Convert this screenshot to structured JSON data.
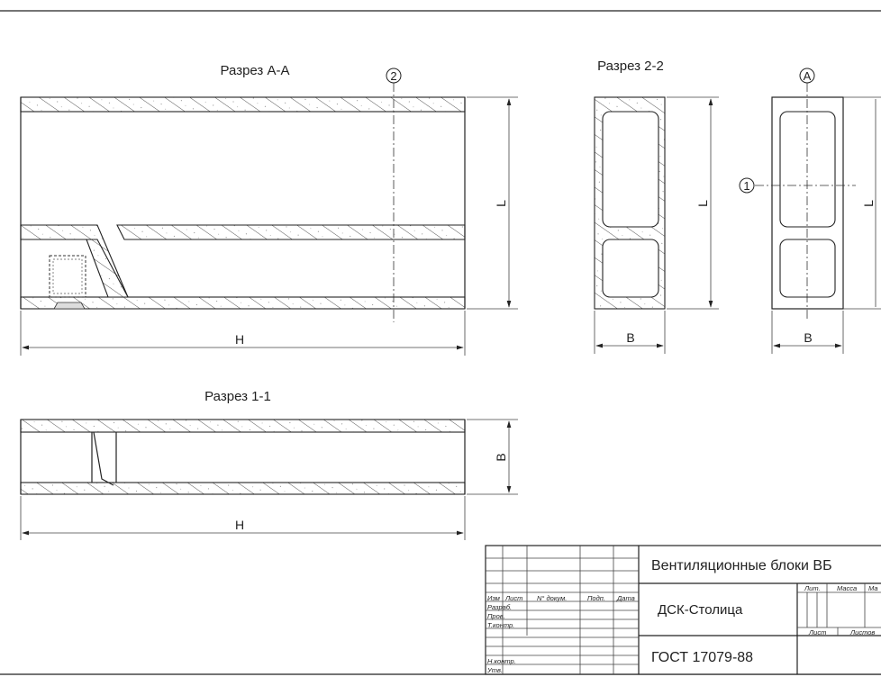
{
  "drawing": {
    "section_aa": {
      "title": "Разрез А-А",
      "dim_length": "L",
      "dim_width": "H",
      "axis_mark": "2"
    },
    "section_22": {
      "title": "Разрез 2-2",
      "dim_length": "L",
      "dim_width": "B"
    },
    "view_axes": {
      "axis_a": "А",
      "axis_1": "1",
      "dim_width": "B",
      "dim_length": "L"
    },
    "section_11": {
      "title": "Разрез 1-1",
      "dim_height": "B",
      "dim_width": "H"
    }
  },
  "title_block": {
    "product_title": "Вентиляционные блоки ВБ",
    "organization": "ДСК-Столица",
    "standard": "ГОСТ 17079-88",
    "columns": {
      "izm": "Изм",
      "list": "Лист",
      "doc_no": "N° докум.",
      "sign": "Подп.",
      "date": "Дата"
    },
    "rows": {
      "razrab": "Разраб.",
      "prov": "Пров.",
      "tkontr": "Т.контр.",
      "nkontr": "Н.контр.",
      "utv": "Утв."
    },
    "stage_labels": {
      "lit": "Лит.",
      "massa": "Масса",
      "masshtab": "Ма"
    },
    "sheet_labels": {
      "list": "Лист",
      "listov": "Листов"
    }
  }
}
